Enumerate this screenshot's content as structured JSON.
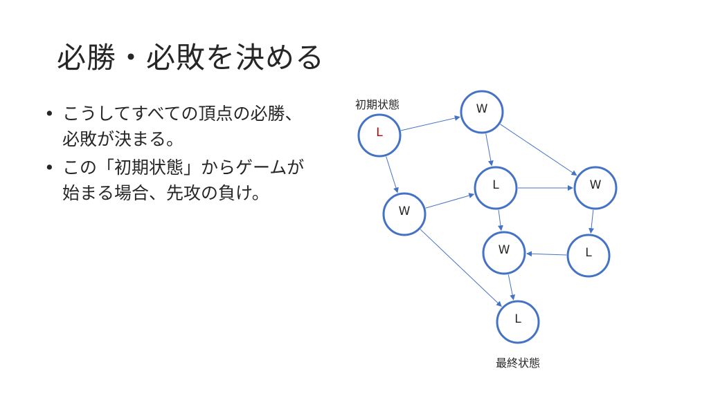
{
  "title": "必勝・必敗を決める",
  "bullets": [
    "こうしてすべての頂点の必勝、必敗が決まる。",
    "この「初期状態」からゲームが始まる場合、先攻の負け。"
  ],
  "labels": {
    "initial": "初期状態",
    "final": "最終状態"
  },
  "colors": {
    "node_stroke": "#4472c4",
    "edge": "#4472c4",
    "initial_label": "#c00000",
    "text": "#262626"
  },
  "graph": {
    "nodes": [
      {
        "id": "n0",
        "label": "L",
        "initial": true
      },
      {
        "id": "n1",
        "label": "W"
      },
      {
        "id": "n2",
        "label": "W"
      },
      {
        "id": "n3",
        "label": "L"
      },
      {
        "id": "n4",
        "label": "W"
      },
      {
        "id": "n5",
        "label": "W"
      },
      {
        "id": "n6",
        "label": "L"
      },
      {
        "id": "n7",
        "label": "L"
      }
    ],
    "edges": [
      [
        "n0",
        "n1"
      ],
      [
        "n0",
        "n2"
      ],
      [
        "n1",
        "n3"
      ],
      [
        "n1",
        "n4"
      ],
      [
        "n2",
        "n3"
      ],
      [
        "n2",
        "n7"
      ],
      [
        "n3",
        "n4"
      ],
      [
        "n3",
        "n5"
      ],
      [
        "n4",
        "n6"
      ],
      [
        "n6",
        "n5"
      ],
      [
        "n5",
        "n7"
      ]
    ]
  }
}
